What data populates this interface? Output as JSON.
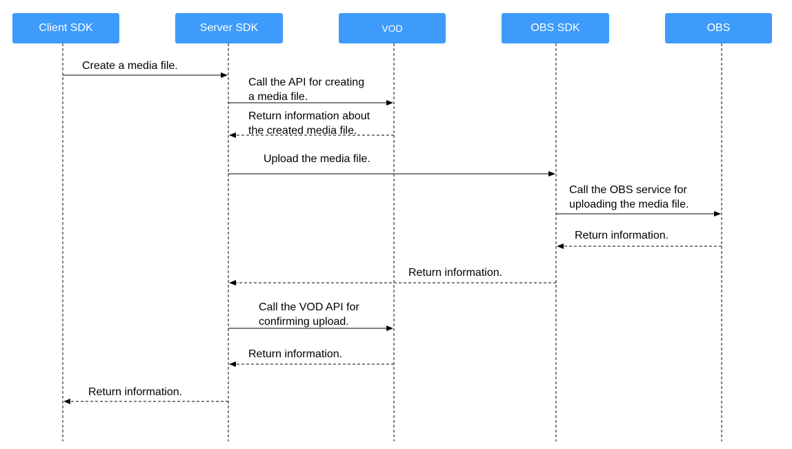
{
  "colors": {
    "actor_fill": "#3d9bfb",
    "actor_text": "#ffffff",
    "line": "#000000"
  },
  "actors": [
    {
      "id": "client-sdk",
      "label": "Client SDK"
    },
    {
      "id": "server-sdk",
      "label": "Server SDK"
    },
    {
      "id": "vod",
      "label": "VOD"
    },
    {
      "id": "obs-sdk",
      "label": "OBS SDK"
    },
    {
      "id": "obs",
      "label": "OBS"
    }
  ],
  "messages": [
    {
      "from": "client-sdk",
      "to": "server-sdk",
      "style": "solid",
      "lines": [
        "Create a media file."
      ]
    },
    {
      "from": "server-sdk",
      "to": "vod",
      "style": "solid",
      "lines": [
        "Call the API for creating",
        "a media file."
      ]
    },
    {
      "from": "vod",
      "to": "server-sdk",
      "style": "dashed",
      "lines": [
        "Return information about",
        "the created media file."
      ]
    },
    {
      "from": "server-sdk",
      "to": "obs-sdk",
      "style": "solid",
      "lines": [
        "Upload the media file."
      ]
    },
    {
      "from": "obs-sdk",
      "to": "obs",
      "style": "solid",
      "lines": [
        "Call the OBS service for",
        "uploading the media file."
      ]
    },
    {
      "from": "obs",
      "to": "obs-sdk",
      "style": "dashed",
      "lines": [
        "Return information."
      ]
    },
    {
      "from": "obs-sdk",
      "to": "server-sdk",
      "style": "dashed",
      "lines": [
        "Return information."
      ]
    },
    {
      "from": "server-sdk",
      "to": "vod",
      "style": "solid",
      "lines": [
        "Call the VOD API for",
        "confirming upload."
      ]
    },
    {
      "from": "vod",
      "to": "server-sdk",
      "style": "dashed",
      "lines": [
        "Return information."
      ]
    },
    {
      "from": "server-sdk",
      "to": "client-sdk",
      "style": "dashed",
      "lines": [
        "Return information."
      ]
    }
  ]
}
